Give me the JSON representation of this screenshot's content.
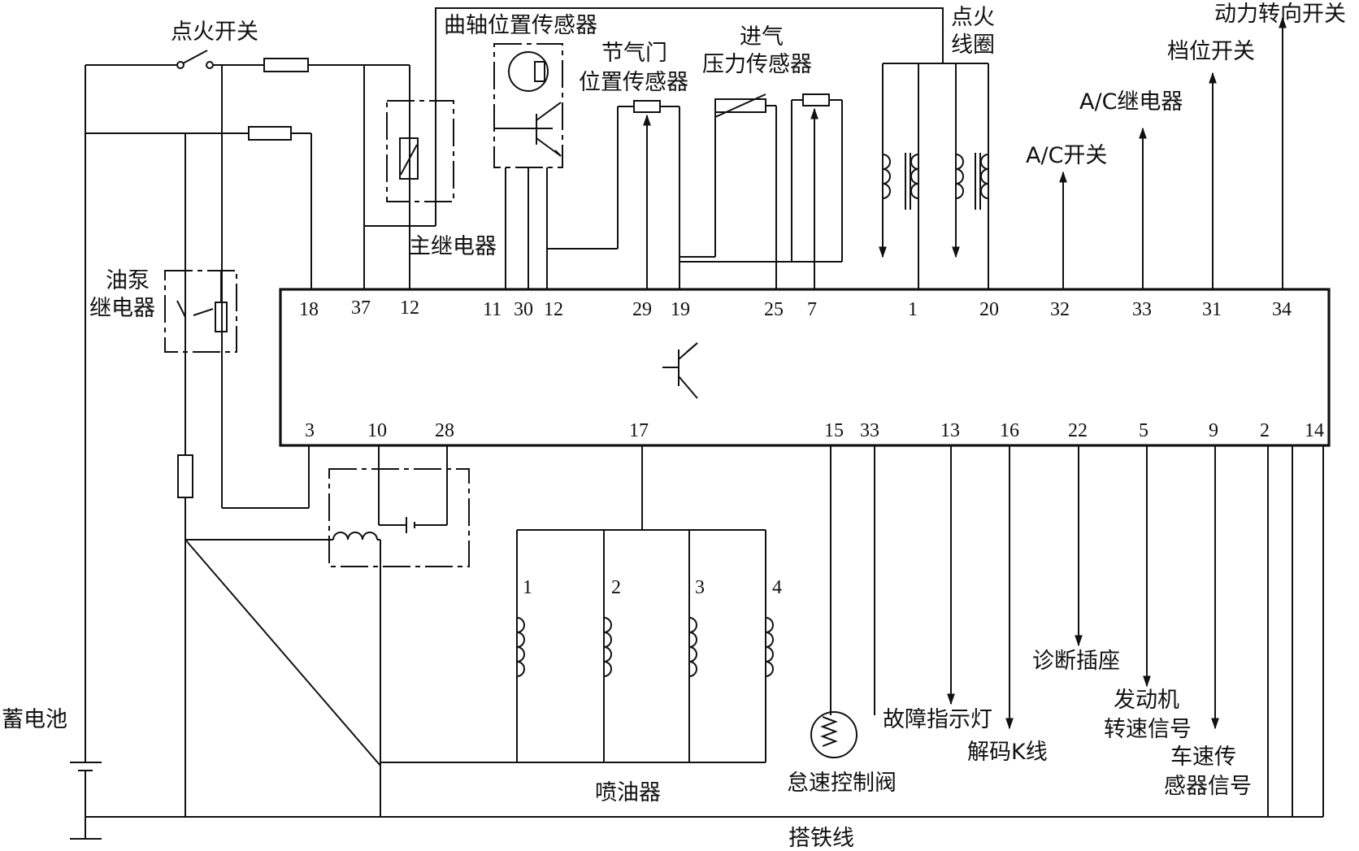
{
  "labels": {
    "ignition_switch": "点火开关",
    "crank_sensor": "曲轴位置传感器",
    "throttle_sensor_l1": "节气门",
    "throttle_sensor_l2": "位置传感器",
    "intake_sensor_l1": "进气",
    "intake_sensor_l2": "压力传感器",
    "ignition_coil_l1": "点火",
    "ignition_coil_l2": "线圈",
    "power_steering_switch": "动力转向开关",
    "gear_switch": "档位开关",
    "ac_relay": "A/C继电器",
    "ac_switch": "A/C开关",
    "main_relay": "主继电器",
    "fuel_pump_relay_l1": "油泵",
    "fuel_pump_relay_l2": "继电器",
    "battery": "蓄电池",
    "injector": "喷油器",
    "idle_valve": "怠速控制阀",
    "fault_lamp": "故障指示灯",
    "k_line": "解码K线",
    "diag_socket": "诊断插座",
    "engine_speed_l1": "发动机",
    "engine_speed_l2": "转速信号",
    "vehicle_speed_l1": "车速传",
    "vehicle_speed_l2": "感器信号",
    "ground": "搭铁线"
  },
  "pins_top": [
    "18",
    "37",
    "12",
    "11",
    "30",
    "12",
    "29",
    "19",
    "25",
    "7",
    "1",
    "20",
    "32",
    "33",
    "31",
    "34"
  ],
  "pins_bottom": [
    "3",
    "10",
    "28",
    "17",
    "15",
    "33",
    "13",
    "16",
    "22",
    "5",
    "9",
    "2",
    "14"
  ],
  "injector_numbers": [
    "1",
    "2",
    "3",
    "4"
  ]
}
